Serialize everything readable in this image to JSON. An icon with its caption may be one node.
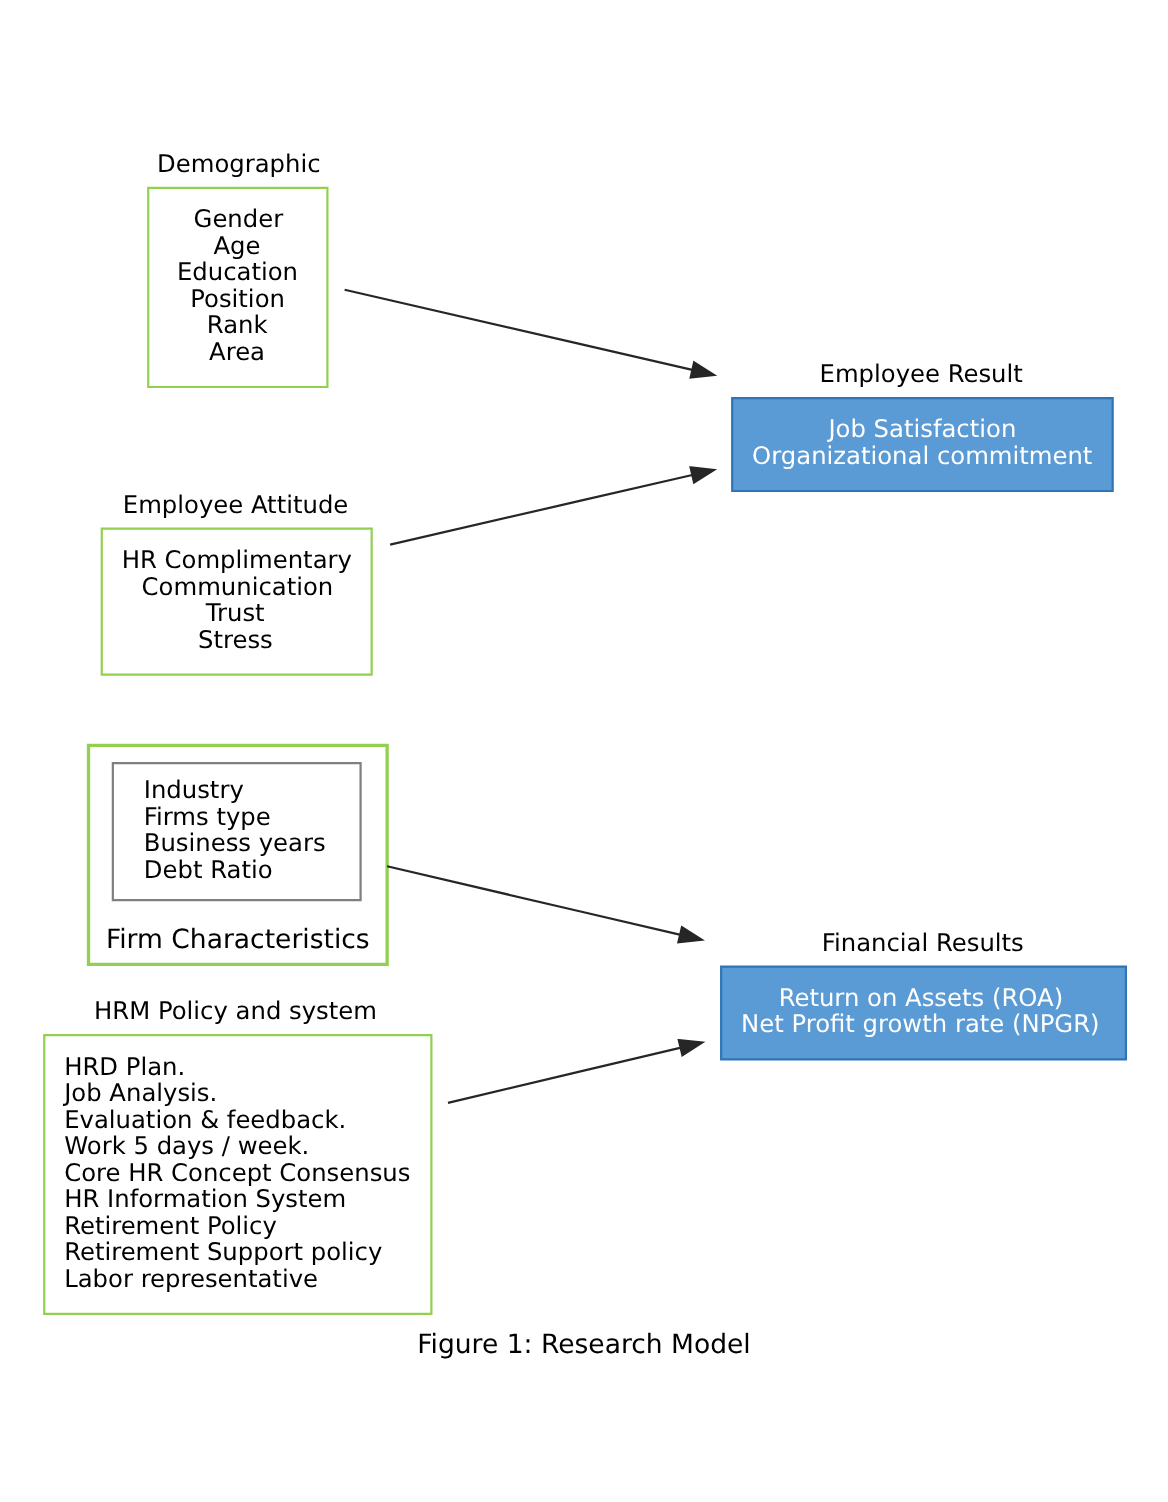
{
  "diagram": {
    "caption": "Figure 1: Research Model",
    "nodes": [
      {
        "text": [
          "Firm Characteristics"
        ]
      },
      {
        "text": [
          "Industry",
          "Firms type",
          "Business years",
          "Debt Ratio"
        ],
        "in": 0
      },
      {
        "text": [
          "HRM Policy and system",
          "HRD Plan.",
          "Job Analysis.",
          "Evaluation & feedback.",
          "Work 5 days / week.",
          "Core HR Concept Consensus",
          "HR Information System",
          "Retirement Policy",
          "Retirement Support policy",
          "Labor representative"
        ]
      },
      {
        "text": [
          "Financial Results",
          "Return on Assets (ROA)",
          "Net Profit growth rate (NPGR)"
        ]
      },
      {
        "text": [
          "Demographic",
          "Gender",
          "Age",
          "Education",
          "Position",
          "Rank",
          "Area"
        ]
      },
      {
        "text": [
          "Employee Result",
          "Job Satisfaction",
          "Organizational commitment"
        ]
      },
      {
        "text": [
          "Employee Attitude",
          "HR Complimentary",
          "Communication",
          "Trust",
          "Stress"
        ]
      }
    ],
    "edges": [
      {
        "from": 0,
        "to": 3,
        "arrow": "to"
      },
      {
        "from": 2,
        "to": 3,
        "arrow": "to"
      },
      {
        "from": 4,
        "to": 5,
        "arrow": "to"
      },
      {
        "from": 6,
        "to": 5,
        "arrow": "to"
      }
    ]
  }
}
